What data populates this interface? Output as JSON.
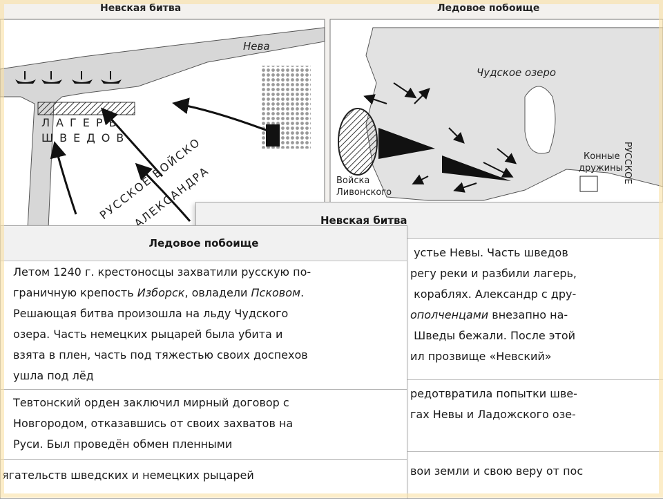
{
  "maps": {
    "left_title": "Невская битва",
    "right_title": "Ледовое побоище",
    "neva": "Нева",
    "camp_line1": "ЛАГЕРЬ",
    "camp_line2": "ШВЕДОВ",
    "army_line1": "РУССКОЕ ВОЙСКО",
    "army_line2": "АЛЕКСАНДРА",
    "lake": "Чудское озеро",
    "livonian_line1": "Войска",
    "livonian_line2": "Ливонского",
    "horse_line1": "Конные",
    "horse_line2": "дружины",
    "right_edge_label": "РУССКОЕ"
  },
  "neva_card": {
    "title": "Невская битва",
    "lines1": [
      " устье Невы. Часть шведов",
      "регу реки и разбили лагерь,",
      " кораблях. Александр с дру-"
    ],
    "line4_italic": "ополченцами",
    "line4_rest": " внезапно на-",
    "lines2": [
      " Шведы бежали. После этой",
      "ил прозвище «Невский»"
    ],
    "section2": [
      "редотвратила попытки шве-",
      "гах Невы и Ладожского озе-"
    ],
    "section3": "вои земли и свою веру от пос"
  },
  "ice_card": {
    "title": "Ледовое побоище",
    "line1": "Летом 1240 г. крестоносцы захватили русскую по-",
    "line2_a": "граничную крепость ",
    "line2_it1": "Изборск",
    "line2_b": ", овладели ",
    "line2_it2": "Псковом",
    "line2_c": ".",
    "lines_rest": [
      "Решающая битва произошла на льду Чудского",
      "озера. Часть немецких рыцарей была убита и",
      "взята в плен, часть под тяжестью своих доспехов",
      "ушла под лёд"
    ],
    "section2": [
      "Тевтонский орден заключил мирный договор с",
      "Новгородом, отказавшись от своих захватов на",
      "Руси. Был проведён обмен пленными"
    ],
    "section3": "ягательств шведских и немецких рыцарей"
  }
}
